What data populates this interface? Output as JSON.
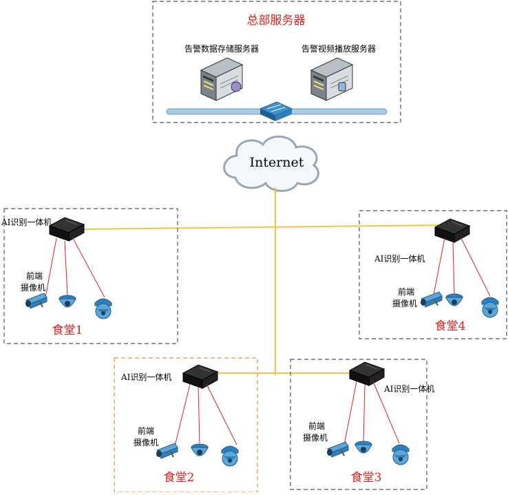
{
  "hq": {
    "title": "总部服务器",
    "storage_server_label": "告警数据存储服务器",
    "playback_server_label": "告警视频播放服务器"
  },
  "network": {
    "cloud_label": "Internet"
  },
  "sites": [
    {
      "name": "食堂1",
      "device_label": "AI识别一体机",
      "camera_label_line1": "前端",
      "camera_label_line2": "摄像机"
    },
    {
      "name": "食堂4",
      "device_label": "AI识别一体机",
      "camera_label_line1": "前端",
      "camera_label_line2": "摄像机"
    },
    {
      "name": "食堂2",
      "device_label": "AI识别一体机",
      "camera_label_line1": "前端",
      "camera_label_line2": "摄像机"
    },
    {
      "name": "食堂3",
      "device_label": "AI识别一体机",
      "camera_label_line1": "前端",
      "camera_label_line2": "摄像机"
    }
  ],
  "colors": {
    "title_red": "#e0201e",
    "link_yellow": "#f5c242",
    "camera_link_red": "#e0201e",
    "box_dash_gray": "#555555",
    "box_dash_orange": "#f0a050",
    "bus_blue": "#a9cce6",
    "camera_blue": "#2f7fb8"
  }
}
